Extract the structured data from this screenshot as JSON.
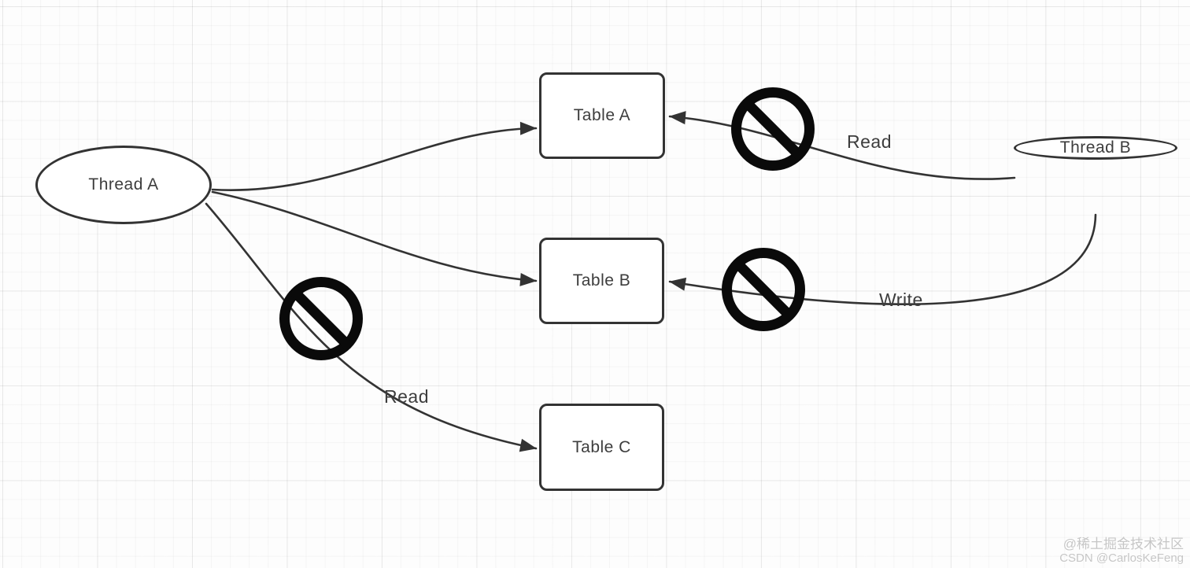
{
  "diagram": {
    "title_hint": "thread-table read/write access diagram",
    "nodes": {
      "thread_a": {
        "label": "Thread A",
        "shape": "ellipse"
      },
      "thread_b": {
        "label": "Thread B",
        "shape": "ellipse"
      },
      "table_a": {
        "label": "Table A",
        "shape": "rectangle"
      },
      "table_b": {
        "label": "Table B",
        "shape": "rectangle"
      },
      "table_c": {
        "label": "Table C",
        "shape": "rectangle"
      }
    },
    "edges": [
      {
        "from": "Thread A",
        "to": "Table A",
        "label": "",
        "blocked": false
      },
      {
        "from": "Thread A",
        "to": "Table B",
        "label": "",
        "blocked": false
      },
      {
        "from": "Thread A",
        "to": "Table C",
        "label": "Read",
        "blocked": true
      },
      {
        "from": "Thread B",
        "to": "Table A",
        "label": "Read",
        "blocked": true
      },
      {
        "from": "Thread B",
        "to": "Table B",
        "label": "Write",
        "blocked": true
      }
    ],
    "icons": {
      "prohibition": "no-entry-icon"
    }
  },
  "watermark": {
    "line1": "@稀土掘金技术社区",
    "line2": "CSDN @CarlosKeFeng"
  },
  "colors": {
    "stroke": "#333333",
    "prohibition": "#0a0a0a",
    "node_fill": "#ffffff",
    "text": "#3d3d3d",
    "watermark_text": "#c6c6c6",
    "grid_line": "#ececec",
    "background": "#fdfdfd"
  }
}
